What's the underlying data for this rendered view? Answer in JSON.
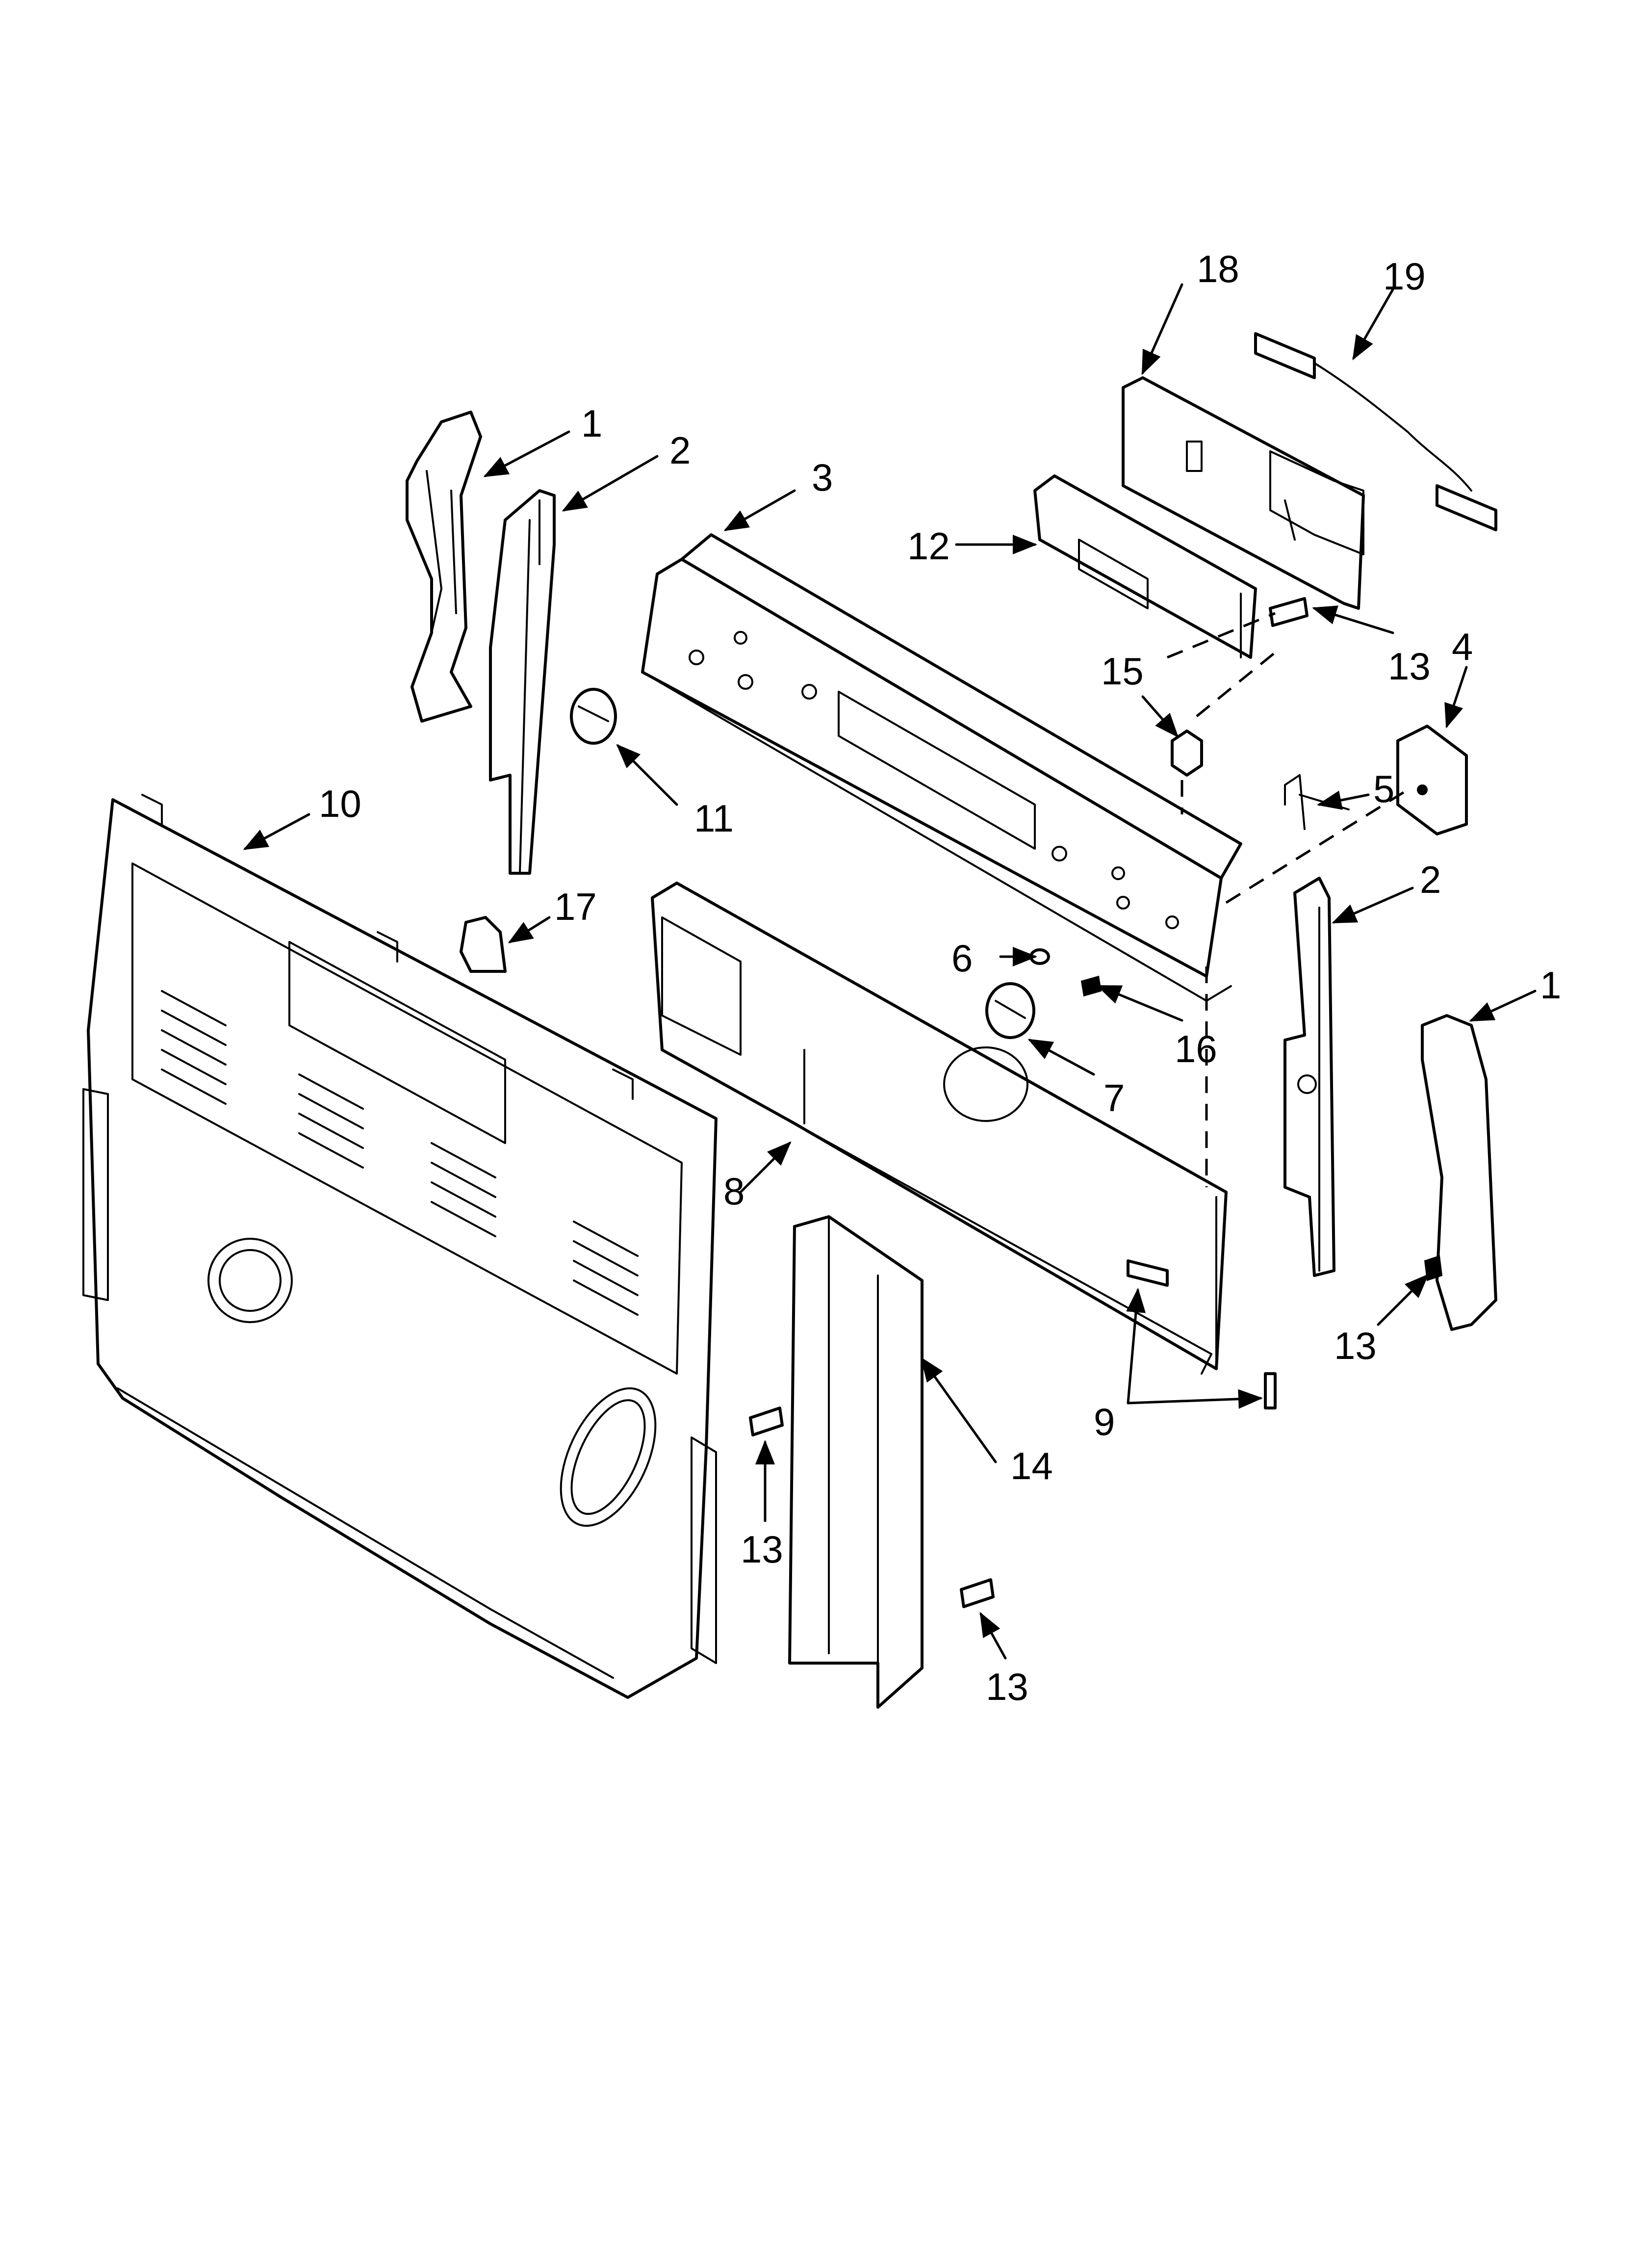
{
  "diagram": {
    "callouts": [
      {
        "id": "c1a",
        "label": "1"
      },
      {
        "id": "c2a",
        "label": "2"
      },
      {
        "id": "c3",
        "label": "3"
      },
      {
        "id": "c4",
        "label": "4"
      },
      {
        "id": "c5",
        "label": "5"
      },
      {
        "id": "c2b",
        "label": "2"
      },
      {
        "id": "c1b",
        "label": "1"
      },
      {
        "id": "c6",
        "label": "6"
      },
      {
        "id": "c7",
        "label": "7"
      },
      {
        "id": "c8",
        "label": "8"
      },
      {
        "id": "c9",
        "label": "9"
      },
      {
        "id": "c10",
        "label": "10"
      },
      {
        "id": "c11",
        "label": "11"
      },
      {
        "id": "c12",
        "label": "12"
      },
      {
        "id": "c13a",
        "label": "13"
      },
      {
        "id": "c13b",
        "label": "13"
      },
      {
        "id": "c13c",
        "label": "13"
      },
      {
        "id": "c13d",
        "label": "13"
      },
      {
        "id": "c14",
        "label": "14"
      },
      {
        "id": "c15",
        "label": "15"
      },
      {
        "id": "c16",
        "label": "16"
      },
      {
        "id": "c17",
        "label": "17"
      },
      {
        "id": "c18",
        "label": "18"
      },
      {
        "id": "c19",
        "label": "19"
      }
    ]
  }
}
